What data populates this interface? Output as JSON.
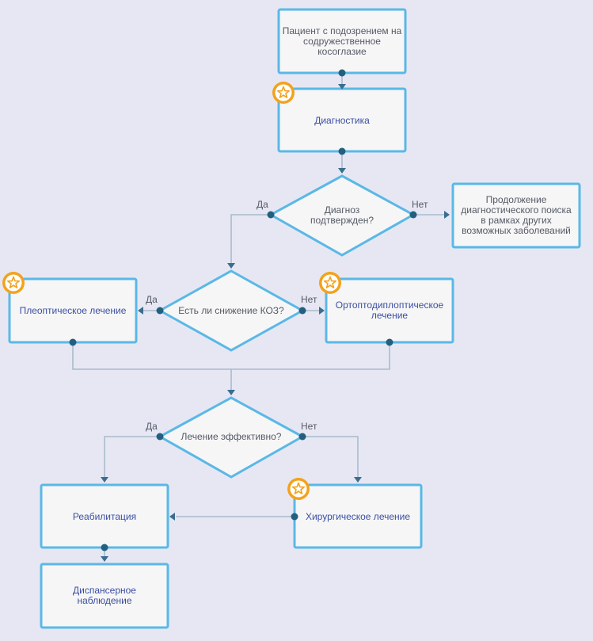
{
  "nodes": {
    "patient": "Пациент с подозрением на содружественное косоглазие",
    "diagnostics": "Диагностика",
    "diagnosis_confirmed": "Диагноз подтвержден?",
    "continue_search": "Продолжение диагностического поиска в рамках других возможных заболеваний",
    "koz_decrease": "Есть ли снижение КОЗ?",
    "pleoptic": "Плеоптическое лечение",
    "orthoptic": "Ортоптодиплоптическое лечение",
    "treatment_effective": "Лечение эффективно?",
    "rehabilitation": "Реабилитация",
    "surgical": "Хирургическое лечение",
    "dispensary": "Диспансерное наблюдение"
  },
  "labels": {
    "yes": "Да",
    "no": "Нет"
  },
  "icons": {
    "badge": "star-badge-icon"
  },
  "colors": {
    "node_border": "#5ab8e6",
    "node_fill": "#f6f6f6",
    "connector": "#a9bccb",
    "connector_dot": "#236080",
    "badge": "#f3a21c",
    "background": "#e7e7f4"
  }
}
